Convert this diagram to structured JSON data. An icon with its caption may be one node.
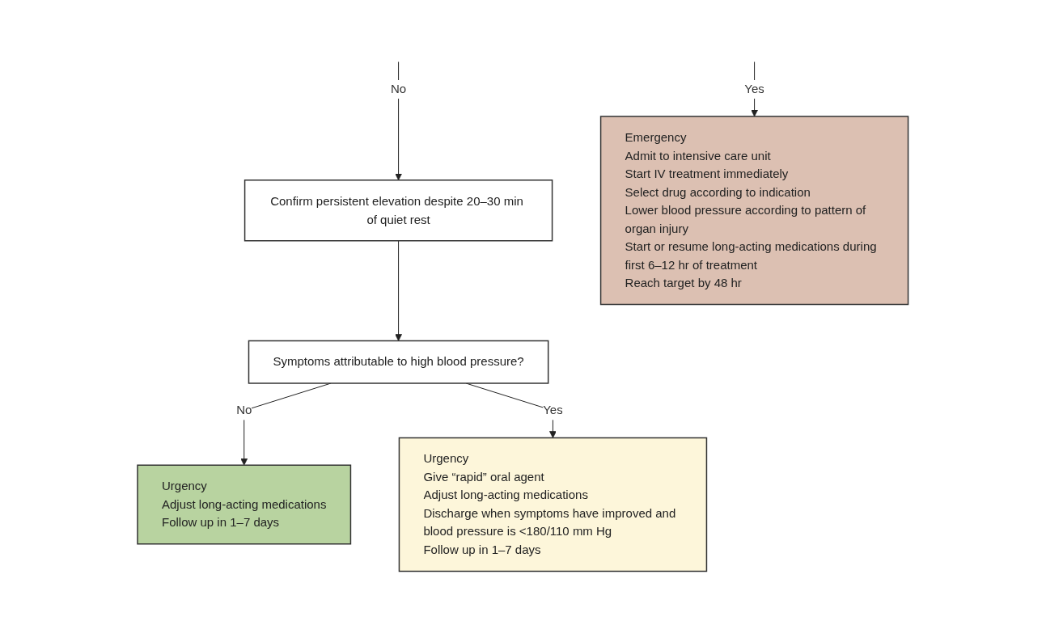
{
  "diagram": {
    "nodes": [
      {
        "text": [
          "Confirm persistent elevation despite 20–30 min of quiet rest"
        ]
      },
      {
        "text": [
          "Symptoms attributable to high blood pressure?"
        ]
      },
      {
        "text": [
          "Emergency",
          "Admit to intensive care unit",
          "Start IV treatment immediately",
          "Select drug according to indication",
          "Lower blood pressure according to pattern of organ injury",
          "Start or resume long-acting medications during first 6–12 hr of treatment",
          "Reach target by 48 hr"
        ]
      },
      {
        "text": [
          "Urgency",
          "Adjust long-acting medications",
          "Follow up in 1–7 days"
        ]
      },
      {
        "text": [
          "Urgency",
          "Give “rapid” oral agent",
          "Adjust long-acting medications",
          "Discharge when symptoms have improved and blood pressure is <180/110 mm Hg",
          "Follow up in 1–7 days"
        ]
      }
    ],
    "edges": [
      {
        "from": null,
        "to": 0,
        "label": "No",
        "arrow": "to"
      },
      {
        "from": null,
        "to": 2,
        "label": "Yes",
        "arrow": "to"
      },
      {
        "from": 0,
        "to": 1,
        "arrow": "to"
      },
      {
        "from": 1,
        "to": 3,
        "label": "No",
        "arrow": "to"
      },
      {
        "from": 1,
        "to": 4,
        "label": "Yes",
        "arrow": "to"
      }
    ]
  }
}
